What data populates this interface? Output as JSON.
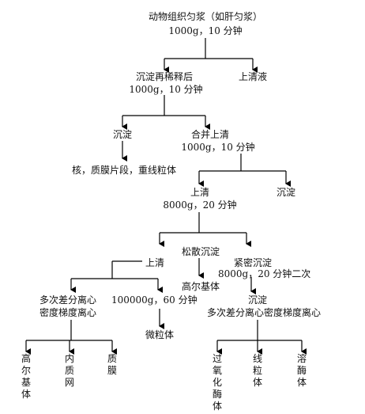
{
  "nodes": {
    "homogenate": "动物组织匀浆（如肝匀浆）",
    "homogenate_spin": "1000g，10 分钟",
    "sediment_rediluted": "沉淀再稀释后",
    "sediment_rediluted_spin": "1000g，10 分钟",
    "supernatant_1": "上清液",
    "sediment_1": "沉淀",
    "sediment_1_contents": "核，质膜片段，重线粒体",
    "combined_supernatant": "合并上清",
    "combined_supernatant_spin": "1000g，10 分钟",
    "supernatant_2": "上清",
    "supernatant_2_spin": "8000g，20 分钟",
    "sediment_2": "沉淀",
    "loose_sediment": "松散沉淀",
    "supernatant_3": "上清",
    "golgi_label": "高尔基体",
    "tight_sediment": "紧密沉淀",
    "tight_sediment_spin": "8000g，20 分钟二次",
    "multi_diff_left_1": "多次差分离心",
    "multi_diff_left_2": "密度梯度离心",
    "spin_100000": "100000g，60 分钟",
    "microsome": "微粒体",
    "sediment_3": "沉淀",
    "multi_diff_right": "多次差分离心密度梯度离心",
    "leaf_golgi": "高尔基体",
    "leaf_er": "内质网",
    "leaf_plasma_membrane": "质膜",
    "leaf_peroxisome": "过氧化酶体",
    "leaf_mitochondria": "线粒体",
    "leaf_lysosome": "溶酶体"
  }
}
